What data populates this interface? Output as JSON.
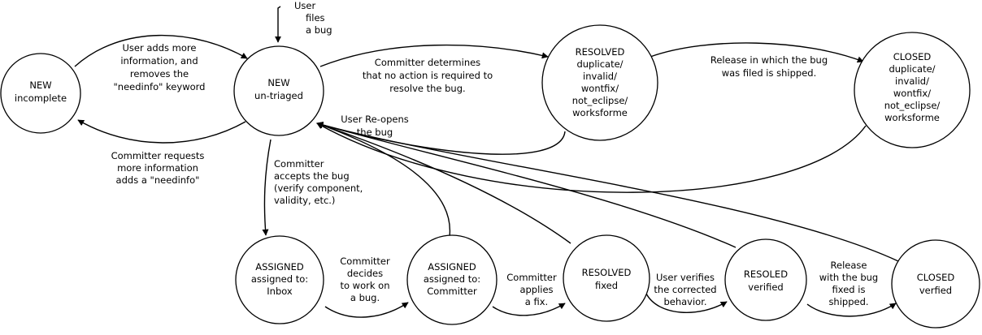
{
  "states": {
    "new_incomplete": [
      "NEW",
      "incomplete"
    ],
    "new_untriaged": [
      "NEW",
      "un-triaged"
    ],
    "resolved_top": [
      "RESOLVED",
      "duplicate/",
      "invalid/",
      "wontfix/",
      "not_eclipse/",
      "worksforme"
    ],
    "closed_top": [
      "CLOSED",
      "duplicate/",
      "invalid/",
      "wontfix/",
      "not_eclipse/",
      "worksforme"
    ],
    "assigned_inbox": [
      "ASSIGNED",
      "assigned to:",
      "Inbox"
    ],
    "assigned_committer": [
      "ASSIGNED",
      "assigned to:",
      "Committer"
    ],
    "resolved_fixed": [
      "RESOLVED",
      "fixed"
    ],
    "resoled_verified": [
      "RESOLED",
      "verified"
    ],
    "closed_verfied": [
      "CLOSED",
      "verfied"
    ]
  },
  "labels": {
    "user_files_bug": [
      "User",
      "files",
      "a bug"
    ],
    "user_adds_info": [
      "User adds more",
      "information, and",
      "removes the",
      "\"needinfo\" keyword"
    ],
    "committer_requests_info": [
      "Committer requests",
      "more information",
      "adds a \"needinfo\""
    ],
    "committer_no_action": [
      "Committer determines",
      "that no action is required to",
      "resolve the bug."
    ],
    "release_shipped": [
      "Release in which the bug",
      "was filed is shipped."
    ],
    "user_reopens": [
      "User Re-opens",
      "the bug"
    ],
    "committer_accepts": [
      "Committer",
      "accepts the bug",
      "(verify component,",
      "validity, etc.)"
    ],
    "committer_decides": [
      "Committer",
      "decides",
      "to work on",
      "a bug."
    ],
    "committer_applies": [
      "Committer",
      "applies",
      "a fix."
    ],
    "user_verifies": [
      "User verifies",
      "the corrected",
      "behavior."
    ],
    "release_with_fix": [
      "Release",
      "with the bug",
      "fixed is",
      "shipped."
    ]
  }
}
